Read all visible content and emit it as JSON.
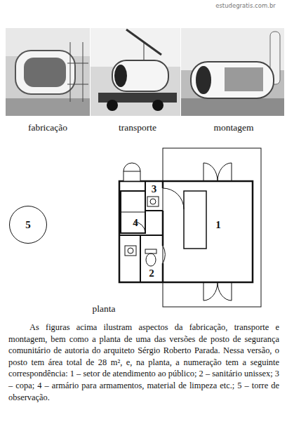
{
  "diagram": {
    "caption": "As figuras acima ilustram aspectos da fabricação, transporte e montagem, bem como a planta de uma das versões de posto de segurança comunitário de autoria do arquiteto Sérgio Roberto Parada. Nessa versão, o posto tem área total de 28 m², e, na planta, a numeração tem a seguinte correspondência: 1 – setor de atendimento ao público; 2 – sanitário unissex; 3 – copa; 4 – armário para armamentos, material de limpeza etc.; 5 – torre de observação.",
    "nodes": [
      {
        "text": [
          "1"
        ]
      },
      {
        "text": [
          "3"
        ]
      },
      {
        "text": [
          "4"
        ]
      },
      {
        "text": [
          "2"
        ]
      },
      {
        "text": [
          "5"
        ]
      }
    ],
    "labels": [
      "estudegratis.com.br",
      "fabricação",
      "transporte",
      "montagem",
      "planta"
    ]
  }
}
